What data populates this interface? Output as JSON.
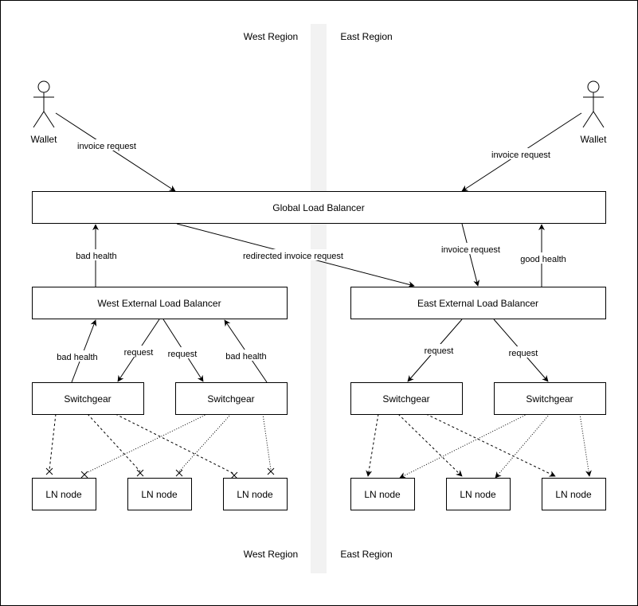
{
  "regions": {
    "west_top": "West Region",
    "east_top": "East Region",
    "west_bottom": "West Region",
    "east_bottom": "East Region"
  },
  "actors": {
    "wallet_west": "Wallet",
    "wallet_east": "Wallet"
  },
  "nodes": {
    "global_lb": "Global Load Balancer",
    "west_ext_lb": "West External Load Balancer",
    "east_ext_lb": "East External Load Balancer",
    "sw_w1": "Switchgear",
    "sw_w2": "Switchgear",
    "sw_e1": "Switchgear",
    "sw_e2": "Switchgear",
    "ln_w1": "LN node",
    "ln_w2": "LN node",
    "ln_w3": "LN node",
    "ln_e1": "LN node",
    "ln_e2": "LN node",
    "ln_e3": "LN node"
  },
  "edge_labels": {
    "wallet_west_req": "invoice request",
    "wallet_east_req": "invoice request",
    "west_bad_health_glb": "bad health",
    "redirected": "redirected invoice request",
    "east_invoice": "invoice request",
    "east_good_health": "good health",
    "w_bad_health_1": "bad health",
    "w_request_1": "request",
    "w_request_2": "request",
    "w_bad_health_2": "bad health",
    "e_request_1": "request",
    "e_request_2": "request"
  },
  "colors": {
    "border": "#000000",
    "region_divider": "#f2f2f2",
    "background": "#ffffff"
  }
}
